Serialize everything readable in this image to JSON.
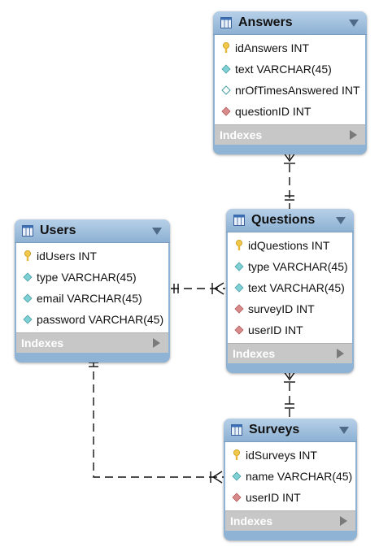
{
  "colors": {
    "key": "#f0c43a",
    "attr": "#7fd0d4",
    "fk": "#d98b8b",
    "header": "#8db1d3"
  },
  "tables": {
    "answers": {
      "title": "Answers",
      "columns": [
        {
          "name": "idAnswers INT",
          "icon": "key-icon"
        },
        {
          "name": "text VARCHAR(45)",
          "icon": "attribute-diamond-icon"
        },
        {
          "name": "nrOfTimesAnswered INT",
          "icon": "attribute-diamond-outline-icon"
        },
        {
          "name": "questionID INT",
          "icon": "foreign-key-diamond-icon"
        }
      ],
      "indexes": "Indexes"
    },
    "users": {
      "title": "Users",
      "columns": [
        {
          "name": "idUsers INT",
          "icon": "key-icon"
        },
        {
          "name": "type VARCHAR(45)",
          "icon": "attribute-diamond-icon"
        },
        {
          "name": "email VARCHAR(45)",
          "icon": "attribute-diamond-icon"
        },
        {
          "name": "password VARCHAR(45)",
          "icon": "attribute-diamond-icon"
        }
      ],
      "indexes": "Indexes"
    },
    "questions": {
      "title": "Questions",
      "columns": [
        {
          "name": "idQuestions INT",
          "icon": "key-icon"
        },
        {
          "name": "type VARCHAR(45)",
          "icon": "attribute-diamond-icon"
        },
        {
          "name": "text VARCHAR(45)",
          "icon": "attribute-diamond-icon"
        },
        {
          "name": "surveyID INT",
          "icon": "foreign-key-diamond-icon"
        },
        {
          "name": "userID INT",
          "icon": "foreign-key-diamond-icon"
        }
      ],
      "indexes": "Indexes"
    },
    "surveys": {
      "title": "Surveys",
      "columns": [
        {
          "name": "idSurveys INT",
          "icon": "key-icon"
        },
        {
          "name": "name VARCHAR(45)",
          "icon": "attribute-diamond-icon"
        },
        {
          "name": "userID INT",
          "icon": "foreign-key-diamond-icon"
        }
      ],
      "indexes": "Indexes"
    }
  }
}
